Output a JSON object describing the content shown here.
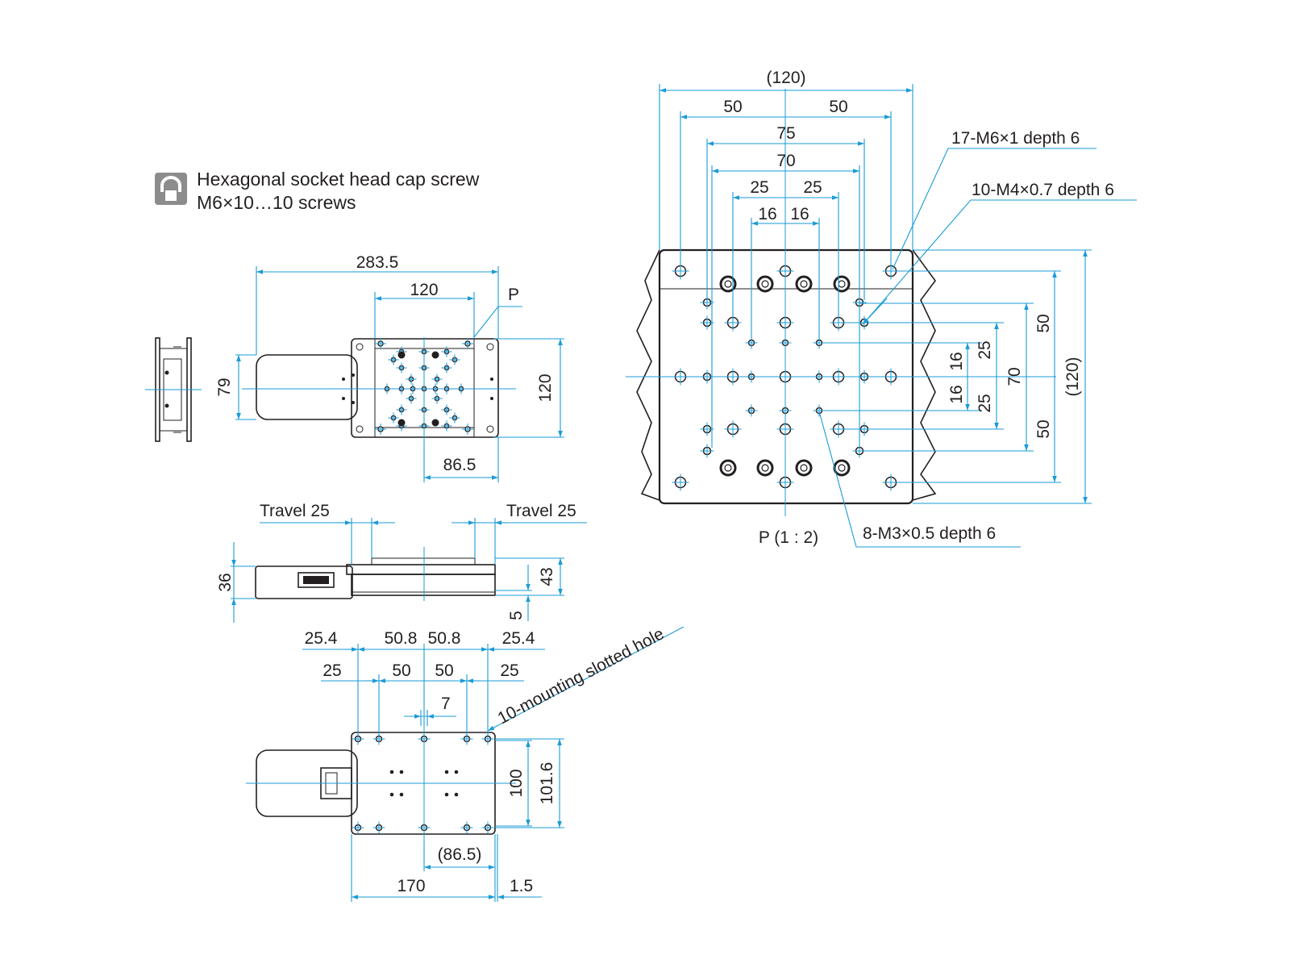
{
  "legend": {
    "icon": "lock-icon",
    "line1": "Hexagonal socket head cap screw",
    "line2": "M6×10…10 screws"
  },
  "top_view": {
    "dim_overall": "283.5",
    "dim_table": "120",
    "dim_height": "79",
    "dim_depth": "120",
    "dim_offset": "86.5",
    "detail_tag": "P"
  },
  "side_view": {
    "travel_left": "Travel 25",
    "travel_right": "Travel 25",
    "dim_body": "36",
    "dim_total": "43",
    "dim_base": "5"
  },
  "bottom_view": {
    "dim_a1": "25.4",
    "dim_a2": "50.8",
    "dim_a3": "50.8",
    "dim_a4": "25.4",
    "dim_b1": "25",
    "dim_b2": "50",
    "dim_b3": "50",
    "dim_b4": "25",
    "dim_slot": "7",
    "slot_note": "10-mounting slotted hole",
    "dim_h1": "100",
    "dim_h2": "101.6",
    "dim_offset": "(86.5)",
    "dim_length": "170",
    "dim_gap": "1.5"
  },
  "detail_view": {
    "dim_overall": "(120)",
    "dim_50_left": "50",
    "dim_50_right": "50",
    "dim_75": "75",
    "dim_70": "70",
    "dim_25_left": "25",
    "dim_25_right": "25",
    "dim_16_left": "16",
    "dim_16_right": "16",
    "note_m6": "17-M6×1 depth 6",
    "note_m4": "10-M4×0.7 depth 6",
    "note_m3": "8-M3×0.5 depth 6",
    "v_16_top": "16",
    "v_16_bottom": "16",
    "v_25_top": "25",
    "v_25_bottom": "25",
    "v_70": "70",
    "v_50_top": "50",
    "v_50_bottom": "50",
    "v_overall": "(120)",
    "caption": "P (1 : 2)"
  }
}
